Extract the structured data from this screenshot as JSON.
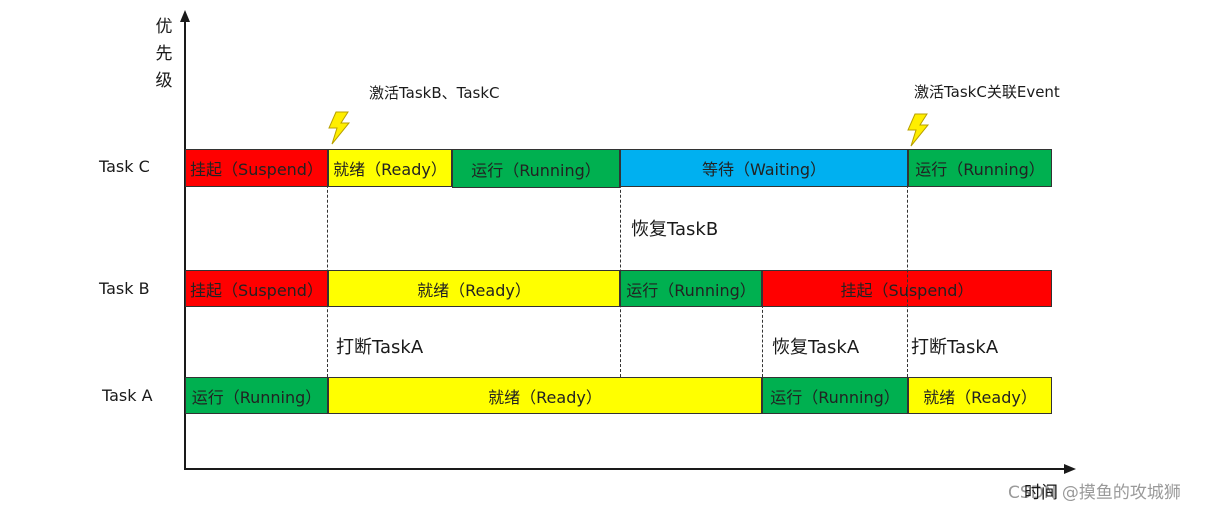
{
  "axes": {
    "y_label": "优先级",
    "x_label": "时间"
  },
  "rows": [
    {
      "label": "Task C",
      "segments": [
        {
          "text": "挂起（Suspend）",
          "color": "#ff0000"
        },
        {
          "text": "就绪（Ready）",
          "color": "#ffff00"
        },
        {
          "text": "运行（Running）",
          "color": "#00b050"
        },
        {
          "text": "等待（Waiting）",
          "color": "#00b0f0"
        },
        {
          "text": "运行（Running）",
          "color": "#00b050"
        }
      ]
    },
    {
      "label": "Task B",
      "segments": [
        {
          "text": "挂起（Suspend）",
          "color": "#ff0000"
        },
        {
          "text": "就绪（Ready）",
          "color": "#ffff00"
        },
        {
          "text": "运行（Running）",
          "color": "#00b050"
        },
        {
          "text": "挂起（Suspend）",
          "color": "#ff0000"
        }
      ]
    },
    {
      "label": "Task A",
      "segments": [
        {
          "text": "运行（Running）",
          "color": "#00b050"
        },
        {
          "text": "就绪（Ready）",
          "color": "#ffff00"
        },
        {
          "text": "运行（Running）",
          "color": "#00b050"
        },
        {
          "text": "就绪（Ready）",
          "color": "#ffff00"
        }
      ]
    }
  ],
  "annotations": {
    "activate_bc": "激活TaskB、TaskC",
    "activate_c_event": "激活TaskC关联Event",
    "resume_b": "恢复TaskB",
    "interrupt_a_1": "打断TaskA",
    "resume_a": "恢复TaskA",
    "interrupt_a_2": "打断TaskA"
  },
  "icons": {
    "event_marker": "lightning-bolt-icon",
    "bolt_color": "#ffee00"
  },
  "watermark": "CSDN @摸鱼的攻城狮"
}
